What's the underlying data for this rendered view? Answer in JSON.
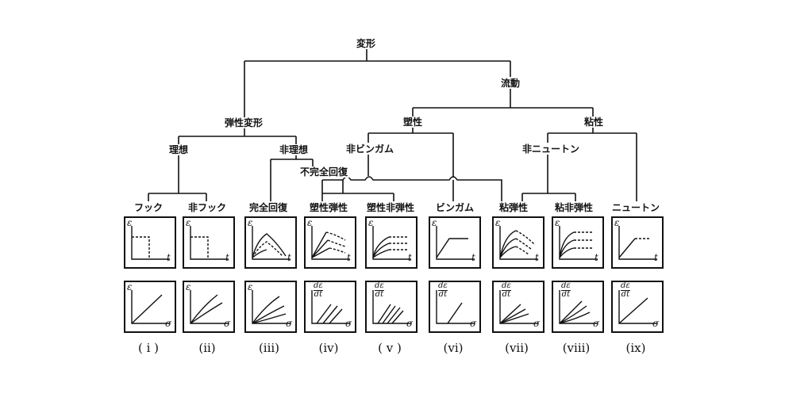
{
  "tree": {
    "root": "変形",
    "flow": "流動",
    "elastic": "弾性変形",
    "plastic": "塑性",
    "viscous": "粘性",
    "ideal": "理想",
    "nonideal": "非理想",
    "nonbingham": "非ビンガム",
    "nonnewton": "非ニュートン",
    "incomplete": "不完全回復"
  },
  "leaves": [
    {
      "label": "フック",
      "numeral": "( i )"
    },
    {
      "label": "非フック",
      "numeral": "(ii)"
    },
    {
      "label": "完全回復",
      "numeral": "(iii)"
    },
    {
      "label": "塑性弾性",
      "numeral": "(iv)"
    },
    {
      "label": "塑性非弾性",
      "numeral": "( v )"
    },
    {
      "label": "ビンガム",
      "numeral": "(vi)"
    },
    {
      "label": "粘弾性",
      "numeral": "(vii)"
    },
    {
      "label": "粘非弾性",
      "numeral": "(viii)"
    },
    {
      "label": "ニュートン",
      "numeral": "(ix)"
    }
  ],
  "axes": {
    "strain": "ε",
    "time": "t",
    "stress": "σ",
    "rate_num": "dε",
    "rate_den": "dt"
  }
}
